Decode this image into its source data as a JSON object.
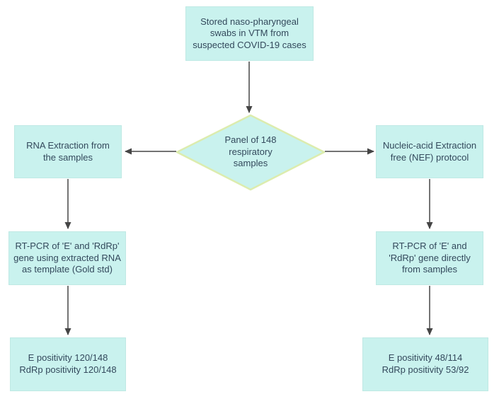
{
  "colors": {
    "node_fill": "#c9f2ee",
    "node_border": "#bfe9e4",
    "diamond_border": "#dcecae",
    "text": "#33495c",
    "arrow": "#454545",
    "background": "#ffffff"
  },
  "flowchart": {
    "nodes": [
      {
        "id": "stored-swabs",
        "shape": "rect",
        "text": "Stored naso-pharyngeal\nswabs in VTM from\nsuspected COVID-19 cases"
      },
      {
        "id": "panel-148",
        "shape": "diamond",
        "text": "Panel of 148\nrespiratory\nsamples"
      },
      {
        "id": "rna-extraction",
        "shape": "rect",
        "text": "RNA Extraction from\nthe samples"
      },
      {
        "id": "nef-protocol",
        "shape": "rect",
        "text": "Nucleic-acid Extraction\nfree (NEF) protocol"
      },
      {
        "id": "rtpcr-gold-std",
        "shape": "rect",
        "text": "RT-PCR of 'E' and 'RdRp'\ngene using extracted RNA\nas template (Gold std)"
      },
      {
        "id": "rtpcr-direct",
        "shape": "rect",
        "text": "RT-PCR of 'E' and\n'RdRp' gene directly\nfrom samples"
      },
      {
        "id": "results-gold-std",
        "shape": "rect",
        "text": "E positivity 120/148\nRdRp positivity 120/148"
      },
      {
        "id": "results-nef",
        "shape": "rect",
        "text": "E positivity 48/114\nRdRp positivity 53/92"
      }
    ],
    "edges": [
      {
        "from": "stored-swabs",
        "to": "panel-148"
      },
      {
        "from": "panel-148",
        "to": "rna-extraction"
      },
      {
        "from": "panel-148",
        "to": "nef-protocol"
      },
      {
        "from": "rna-extraction",
        "to": "rtpcr-gold-std"
      },
      {
        "from": "nef-protocol",
        "to": "rtpcr-direct"
      },
      {
        "from": "rtpcr-gold-std",
        "to": "results-gold-std"
      },
      {
        "from": "rtpcr-direct",
        "to": "results-nef"
      }
    ]
  }
}
